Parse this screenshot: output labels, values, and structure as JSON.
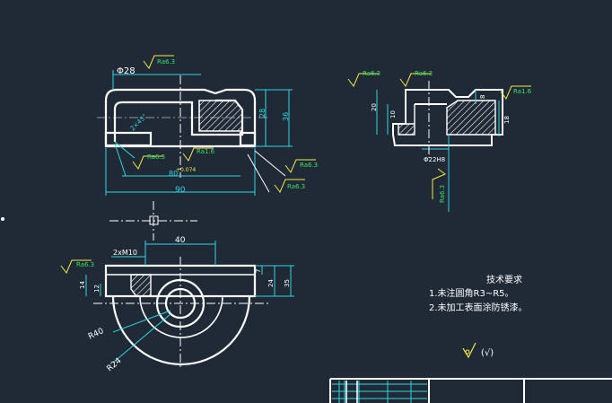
{
  "colors": {
    "background": "#1f2a36",
    "outline": "#ffffff",
    "dimension": "#2fd7e0",
    "roughness": "#f6e84a",
    "roughness_text": "#38e06a",
    "hatch": "#ffffff"
  },
  "roughness": {
    "ra63": "Ra6.3",
    "ra16": "Ra1.6"
  },
  "dims": {
    "phi28": "Φ28",
    "d2x45": "2×45°",
    "d80": "80",
    "d004": "+0.074",
    "d90": "90",
    "d28": "28",
    "d36": "36",
    "d20": "20",
    "d8": "8",
    "d18": "18",
    "d10": "10",
    "phi22": "Φ22H8",
    "tap": "2xM10",
    "d40": "40",
    "d7": "7",
    "d24": "24",
    "d35": "35",
    "d14": "14",
    "d12": "12",
    "r40": "R40",
    "r24": "R24"
  },
  "notes": {
    "title": "技术要求",
    "line1": "1.未注圆角R3~R5。",
    "line2": "2.未加工表面涂防锈漆。",
    "surface_symbol": "(√)"
  }
}
